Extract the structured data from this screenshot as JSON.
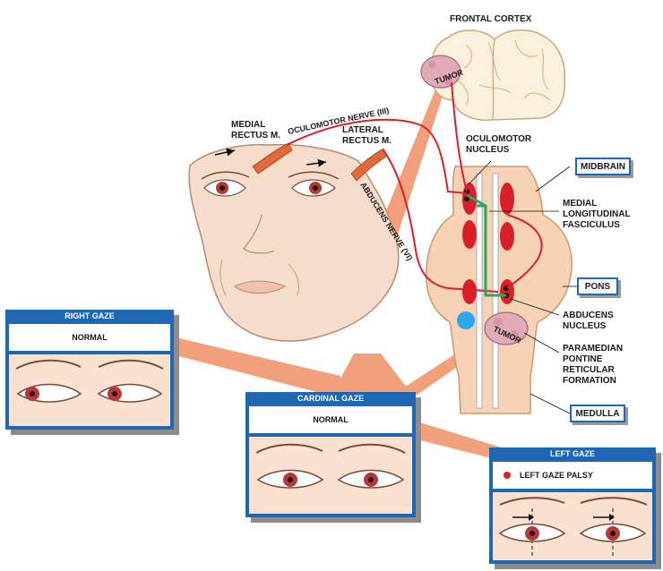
{
  "labels": {
    "frontal_cortex": "FRONTAL CORTEX",
    "tumor": "TUMOR",
    "oculomotor_nerve": "OCULOMOTOR NERVE (III)",
    "medial_rectus_1": "MEDIAL",
    "medial_rectus_2": "RECTUS M.",
    "lateral_rectus_1": "LATERAL",
    "lateral_rectus_2": "RECTUS M.",
    "oculomotor_nucleus_1": "OCULOMOTOR",
    "oculomotor_nucleus_2": "NUCLEUS",
    "abducens_nerve": "ABDUCENS NERVE (VI)",
    "mlf_1": "MEDIAL",
    "mlf_2": "LONGITUDINAL",
    "mlf_3": "FASCICULUS",
    "abducens_nucleus_1": "ABDUCENS",
    "abducens_nucleus_2": "NUCLEUS",
    "pprf_1": "PARAMEDIAN",
    "pprf_2": "PONTINE",
    "pprf_3": "RETICULAR",
    "pprf_4": "FORMATION",
    "midbrain": "MIDBRAIN",
    "pons": "PONS",
    "medulla": "MEDULLA"
  },
  "panels": {
    "right_gaze": {
      "title": "RIGHT GAZE",
      "status": "NORMAL"
    },
    "cardinal_gaze": {
      "title": "CARDINAL GAZE",
      "status": "NORMAL"
    },
    "left_gaze": {
      "title": "LEFT GAZE",
      "status": "LEFT GAZE PALSY"
    }
  },
  "colors": {
    "panel_blue": "#1d67b4",
    "nerve_red": "#d9202a",
    "tract_green": "#2fa85a",
    "beam_orange": "#f2a07b",
    "skin": "#f6dccb",
    "brainstem": "#f7d2b4",
    "accent_blue": "#29a9e8"
  }
}
